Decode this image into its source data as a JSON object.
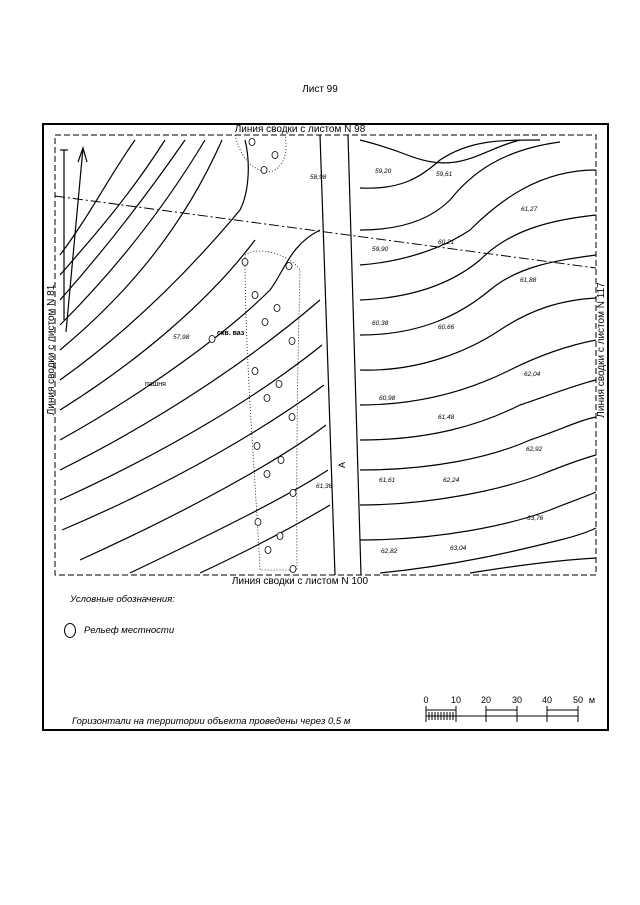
{
  "sheet": {
    "title": "Лист 99"
  },
  "boundaries": {
    "top": "Линия сводки с листом N 98",
    "bottom": "Линия сводки с листом N 100",
    "left": "Линия сводки с листом N 81",
    "right": "Линия сводки с листом N 117"
  },
  "elevations": [
    "58,98",
    "59,20",
    "59,61",
    "61,27",
    "59,90",
    "60,21",
    "61,88",
    "60,38",
    "60,66",
    "62,04",
    "60,98",
    "61,48",
    "62,92",
    "61,61",
    "62,24",
    "61,36",
    "63,76",
    "62,82",
    "63,04",
    "57,98"
  ],
  "labels": {
    "well": "скв. ваз",
    "field": "пашня",
    "road_marker": "А"
  },
  "legend": {
    "title": "Условные обозначения:",
    "relief": "Рельеф местности"
  },
  "note": "Горизонтали на территории объекта проведены через 0,5 м",
  "scale": {
    "ticks": [
      "0",
      "10",
      "20",
      "30",
      "40",
      "50"
    ],
    "unit": "м"
  }
}
